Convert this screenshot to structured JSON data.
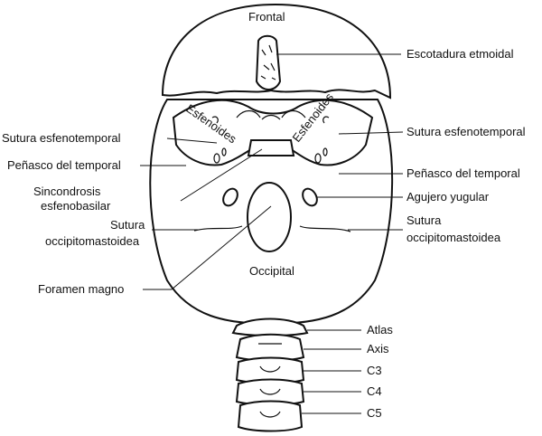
{
  "title_labels": {
    "frontal": "Frontal",
    "occipital": "Occipital",
    "esfenoides_left": "Esfenoides",
    "esfenoides_right": "Esfenoides"
  },
  "left_labels": {
    "sutura_esfenotemporal": "Sutura esfenotemporal",
    "penasco": "Peñasco del temporal",
    "sincondrosis_1": "Sincondrosis",
    "sincondrosis_2": "esfenobasilar",
    "occipitomastoidea_1": "Sutura",
    "occipitomastoidea_2": "occipitomastoidea",
    "foramen": "Foramen magno"
  },
  "right_labels": {
    "escotadura": "Escotadura etmoidal",
    "sutura_esfenotemporal": "Sutura esfenotemporal",
    "penasco": "Peñasco del temporal",
    "agujero": "Agujero yugular",
    "occipitomastoidea_1": "Sutura",
    "occipitomastoidea_2": "occipitomastoidea"
  },
  "vertebrae": [
    "Atlas",
    "Axis",
    "C3",
    "C4",
    "C5"
  ]
}
